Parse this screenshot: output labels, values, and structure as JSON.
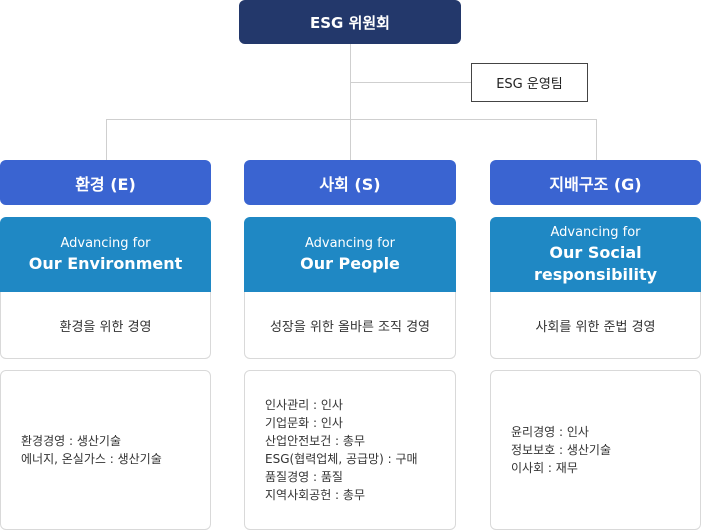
{
  "top": {
    "title": "ESG 위원회"
  },
  "sub": {
    "title": "ESG 운영팀"
  },
  "columns": [
    {
      "head": "환경 (E)",
      "banner_small": "Advancing for",
      "banner_big": [
        "Our Environment"
      ],
      "goal": "환경을 위한 경영",
      "details": [
        "환경경영 : 생산기술",
        "에너지, 온실가스 : 생산기술"
      ]
    },
    {
      "head": "사회 (S)",
      "banner_small": "Advancing for",
      "banner_big": [
        "Our People"
      ],
      "goal": "성장을 위한 올바른 조직 경영",
      "details": [
        "인사관리 : 인사",
        "기업문화 : 인사",
        "산업안전보건 : 총무",
        "ESG(협력업체, 공급망) : 구매",
        "품질경영 : 품질",
        "지역사회공헌 : 총무"
      ]
    },
    {
      "head": "지배구조 (G)",
      "banner_small": "Advancing for",
      "banner_big": [
        "Our Social",
        "responsibility"
      ],
      "goal": "사회를 위한 준법 경영",
      "details": [
        "윤리경영 : 인사",
        "정보보호 : 생산기술",
        "이사회 : 재무"
      ]
    }
  ]
}
